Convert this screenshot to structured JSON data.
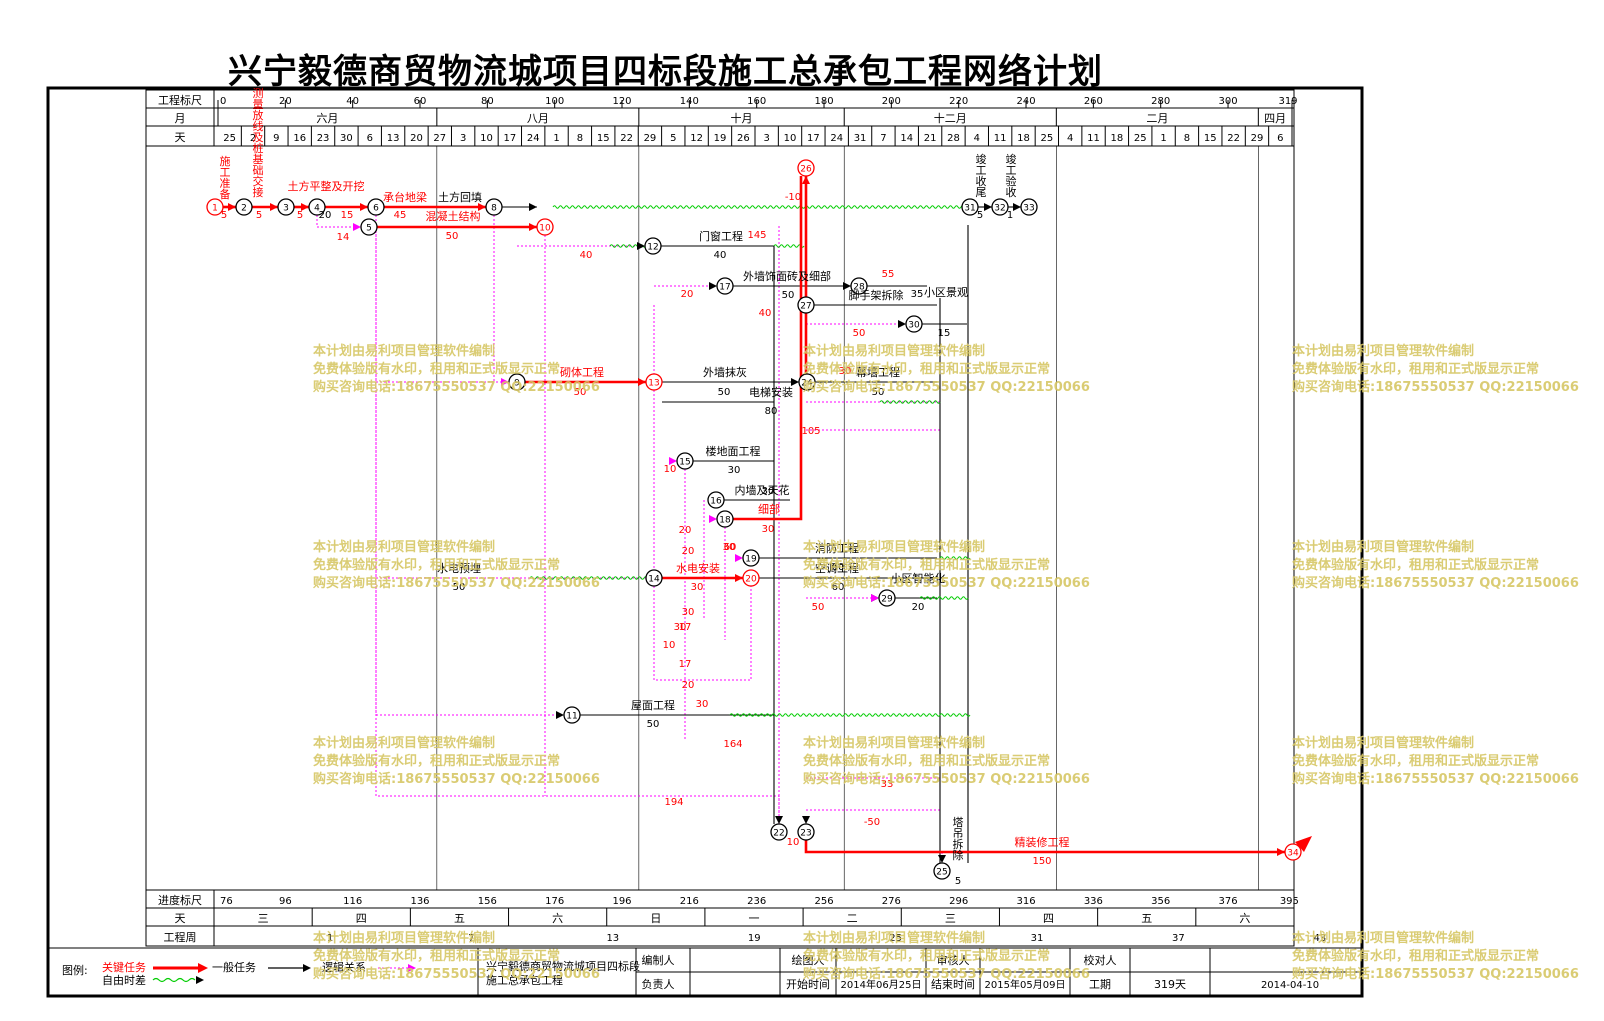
{
  "title": "兴宁毅德商贸物流城项目四标段施工总承包工程网络计划",
  "header": {
    "row_scale_label": "工程标尺",
    "row_month_label": "月",
    "row_day_label": "天",
    "scale_ticks": [
      "0",
      "20",
      "40",
      "60",
      "80",
      "100",
      "120",
      "140",
      "160",
      "180",
      "200",
      "220",
      "240",
      "260",
      "280",
      "300",
      "319"
    ],
    "months": [
      "六月",
      "八月",
      "十月",
      "十二月",
      "二月",
      "四月"
    ],
    "days": [
      "25",
      "2",
      "9",
      "16",
      "23",
      "30",
      "6",
      "13",
      "20",
      "27",
      "3",
      "10",
      "17",
      "24",
      "1",
      "8",
      "15",
      "22",
      "29",
      "5",
      "12",
      "19",
      "26",
      "3",
      "10",
      "17",
      "24",
      "31",
      "7",
      "14",
      "21",
      "28",
      "4",
      "11",
      "18",
      "25",
      "4",
      "11",
      "18",
      "25",
      "1",
      "8",
      "15",
      "22",
      "29",
      "6"
    ]
  },
  "footer": {
    "row_progress_label": "进度标尺",
    "row_day_label": "天",
    "row_week_label": "工程周",
    "progress_ticks": [
      "76",
      "96",
      "116",
      "136",
      "156",
      "176",
      "196",
      "216",
      "236",
      "256",
      "276",
      "296",
      "316",
      "336",
      "356",
      "376",
      "395"
    ],
    "weekdays": [
      "三",
      "四",
      "五",
      "六",
      "日",
      "一",
      "二",
      "三",
      "四",
      "五",
      "六"
    ],
    "weeks": [
      "1",
      "7",
      "13",
      "19",
      "25",
      "31",
      "37",
      "43"
    ]
  },
  "nodes": [
    "1",
    "2",
    "3",
    "4",
    "5",
    "6",
    "8",
    "10",
    "12",
    "17",
    "28",
    "27",
    "30",
    "9",
    "13",
    "24",
    "15",
    "16",
    "18",
    "19",
    "14",
    "20",
    "29",
    "11",
    "22",
    "23",
    "25",
    "26",
    "31",
    "32",
    "33",
    "34"
  ],
  "tasks": [
    {
      "name": "施工准备",
      "days": "5"
    },
    {
      "name": "测量放线及桩基础交接",
      "days": "5"
    },
    {
      "name": "土方平整及开挖",
      "days": "5"
    },
    {
      "name": "承台地梁",
      "days": "45"
    },
    {
      "name": "土方回填",
      "days": "20"
    },
    {
      "name": "混凝土结构",
      "days": "50"
    },
    {
      "name": "门窗工程",
      "days": "40"
    },
    {
      "name": "外墙饰面砖及细部",
      "days": "50"
    },
    {
      "name": "脚手架拆除",
      "days": "35"
    },
    {
      "name": "小区景观",
      "days": "15"
    },
    {
      "name": "砌体工程",
      "days": "50"
    },
    {
      "name": "外墙抹灰",
      "days": "50"
    },
    {
      "name": "电梯安装",
      "days": "80"
    },
    {
      "name": "幕墙工程",
      "days": "50"
    },
    {
      "name": "楼地面工程",
      "days": "30"
    },
    {
      "name": "内墙及天花",
      "days": "30"
    },
    {
      "name": "细部",
      "days": "30"
    },
    {
      "name": "水电预埋",
      "days": "50"
    },
    {
      "name": "水电安装",
      "days": "30"
    },
    {
      "name": "消防工程",
      "days": "60"
    },
    {
      "name": "空调工程",
      "days": "60"
    },
    {
      "name": "小区智能化",
      "days": "20"
    },
    {
      "name": "屋面工程",
      "days": "50"
    },
    {
      "name": "精装修工程",
      "days": "150"
    },
    {
      "name": "塔吊拆除",
      "days": "5"
    },
    {
      "name": "竣工收尾",
      "days": "5"
    },
    {
      "name": "竣工验收",
      "days": "1"
    }
  ],
  "free_float_labels": [
    "14",
    "15",
    "20",
    "50",
    "40",
    "20",
    "30",
    "40",
    "145",
    "55",
    "10",
    "-10",
    "105",
    "30",
    "20",
    "30",
    "30",
    "17",
    "10",
    "17",
    "20",
    "60",
    "30",
    "164",
    "194",
    "33",
    "-50",
    "50",
    "10"
  ],
  "legend": {
    "label": "图例:",
    "critical": "关键任务",
    "free": "自由时差",
    "normal": "一般任务",
    "logic": "逻辑关系"
  },
  "info": {
    "project_name": "兴宁毅德商贸物流城项目四标段施工总承包工程",
    "compiler_label": "编制人",
    "drawer_label": "绘图人",
    "reviewer_label": "审核人",
    "checker_label": "校对人",
    "owner_label": "负责人",
    "start_label": "开始时间",
    "start_value": "2014年06月25日",
    "end_label": "结束时间",
    "end_value": "2015年05月09日",
    "duration_label": "工期",
    "duration_value": "319天",
    "date_value": "2014-04-10"
  },
  "watermark": {
    "line1": "本计划由易利项目管理软件编制",
    "line2": "免费体验版有水印，租用和正式版显示正常",
    "line3": "购买咨询电话:18675550537 QQ:22150066"
  },
  "colors": {
    "critical": "#ff0000",
    "free": "#00cc00",
    "logic": "#ff00ff",
    "normal": "#000000"
  }
}
